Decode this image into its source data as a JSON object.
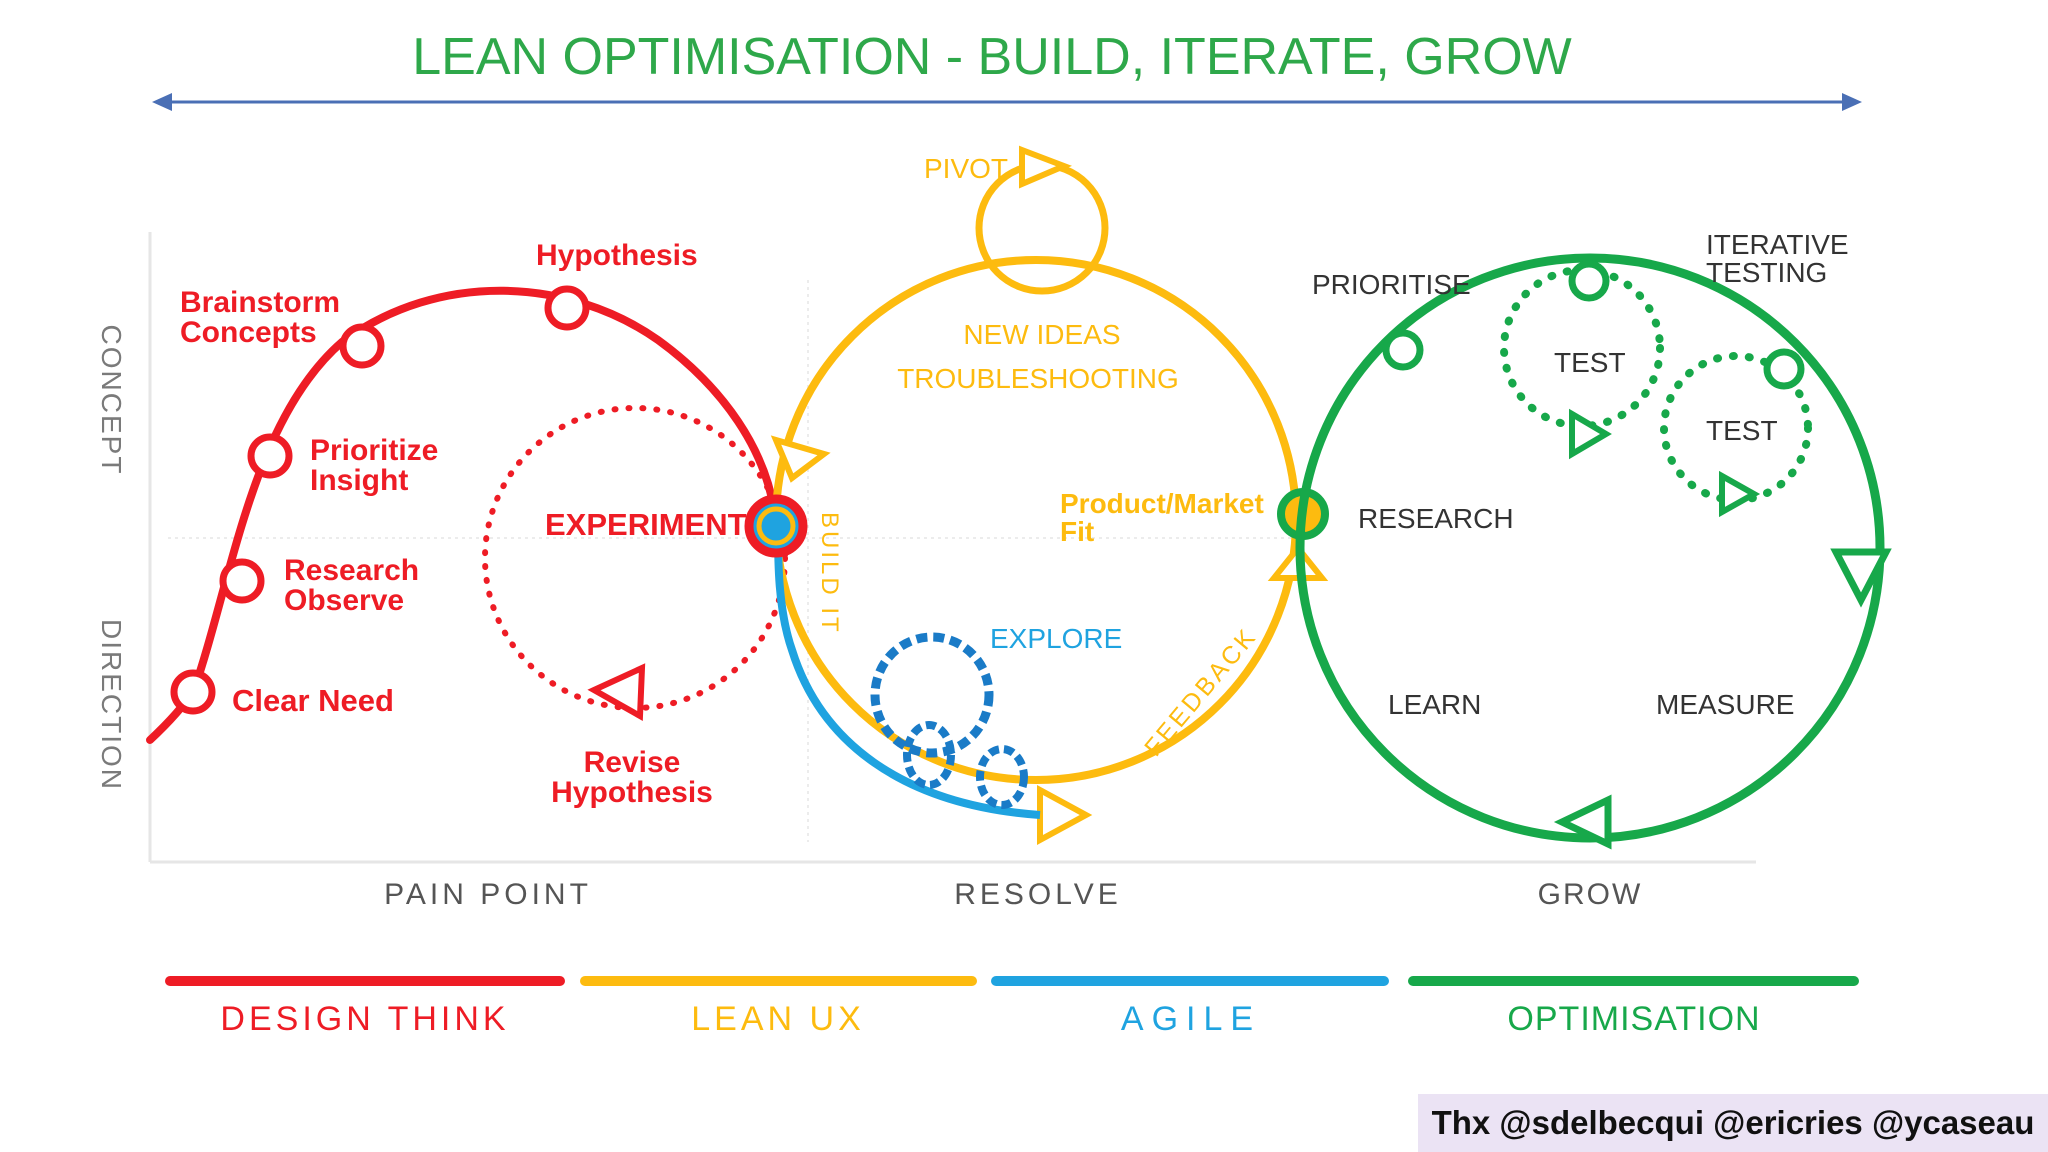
{
  "title": "LEAN OPTIMISATION - BUILD, ITERATE, GROW",
  "axis": {
    "y_top": "CONCEPT",
    "y_bottom": "DIRECTION"
  },
  "colors": {
    "title": "#2ea84a",
    "red": "#ee1c25",
    "yellow": "#fdbb0f",
    "blue": "#1fa3e0",
    "green": "#17a84a",
    "arrow": "#4a6fb5",
    "gray": "#7a7a7a"
  },
  "design_think": {
    "steps": [
      "Clear Need",
      "Research\nObserve",
      "Prioritize\nInsight",
      "Brainstorm\nConcepts",
      "Hypothesis"
    ],
    "experiment": "EXPERIMENT",
    "revise": "Revise\nHypothesis"
  },
  "lean_ux": {
    "pivot": "PIVOT",
    "new_ideas": "NEW IDEAS",
    "troubleshooting": "TROUBLESHOOTING",
    "build_it": "BUILD IT",
    "feedback": "FEEDBACK",
    "product_market_fit": "Product/Market\nFit"
  },
  "agile": {
    "explore": "EXPLORE"
  },
  "optimisation": {
    "prioritise": "PRIORITISE",
    "iterative_testing": "ITERATIVE\nTESTING",
    "test_1": "TEST",
    "test_2": "TEST",
    "research": "RESEARCH",
    "learn": "LEARN",
    "measure": "MEASURE"
  },
  "phases": [
    "PAIN POINT",
    "RESOLVE",
    "GROW"
  ],
  "legend": [
    {
      "label": "DESIGN THINK",
      "color": "#ee1c25"
    },
    {
      "label": "LEAN UX",
      "color": "#fdbb0f"
    },
    {
      "label": "AGILE",
      "color": "#1fa3e0"
    },
    {
      "label": "OPTIMISATION",
      "color": "#17a84a"
    }
  ],
  "credit": "Thx @sdelbecqui @ericries @ycaseau"
}
